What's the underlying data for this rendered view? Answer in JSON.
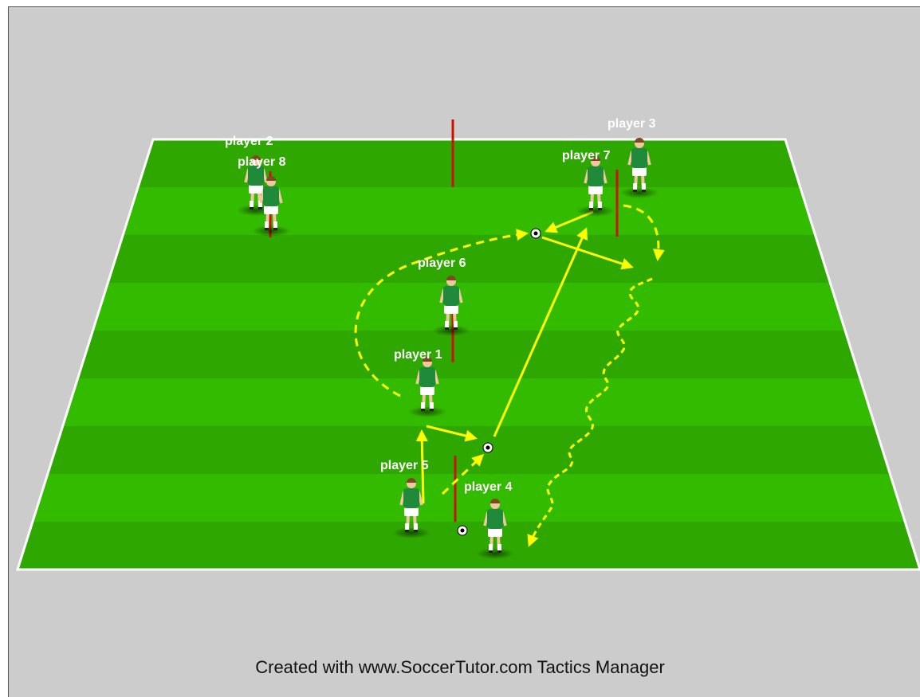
{
  "colors": {
    "background": "#cccccc",
    "pitch_light": "#33bb00",
    "pitch_dark": "#2a9e00",
    "pitch_line": "#ffffff",
    "pole": "#cc1100",
    "movement": "#ffff00",
    "shirt": "#1e8a3a",
    "shorts": "#ffffff"
  },
  "players": [
    {
      "id": "p1",
      "label": "player 1"
    },
    {
      "id": "p2",
      "label": "player 2"
    },
    {
      "id": "p3",
      "label": "player 3"
    },
    {
      "id": "p4",
      "label": "player 4"
    },
    {
      "id": "p5",
      "label": "player 5"
    },
    {
      "id": "p6",
      "label": "player 6"
    },
    {
      "id": "p7",
      "label": "player 7"
    },
    {
      "id": "p8",
      "label": "player 8"
    }
  ],
  "footer": {
    "credit": "Created with www.SoccerTutor.com Tactics Manager"
  }
}
